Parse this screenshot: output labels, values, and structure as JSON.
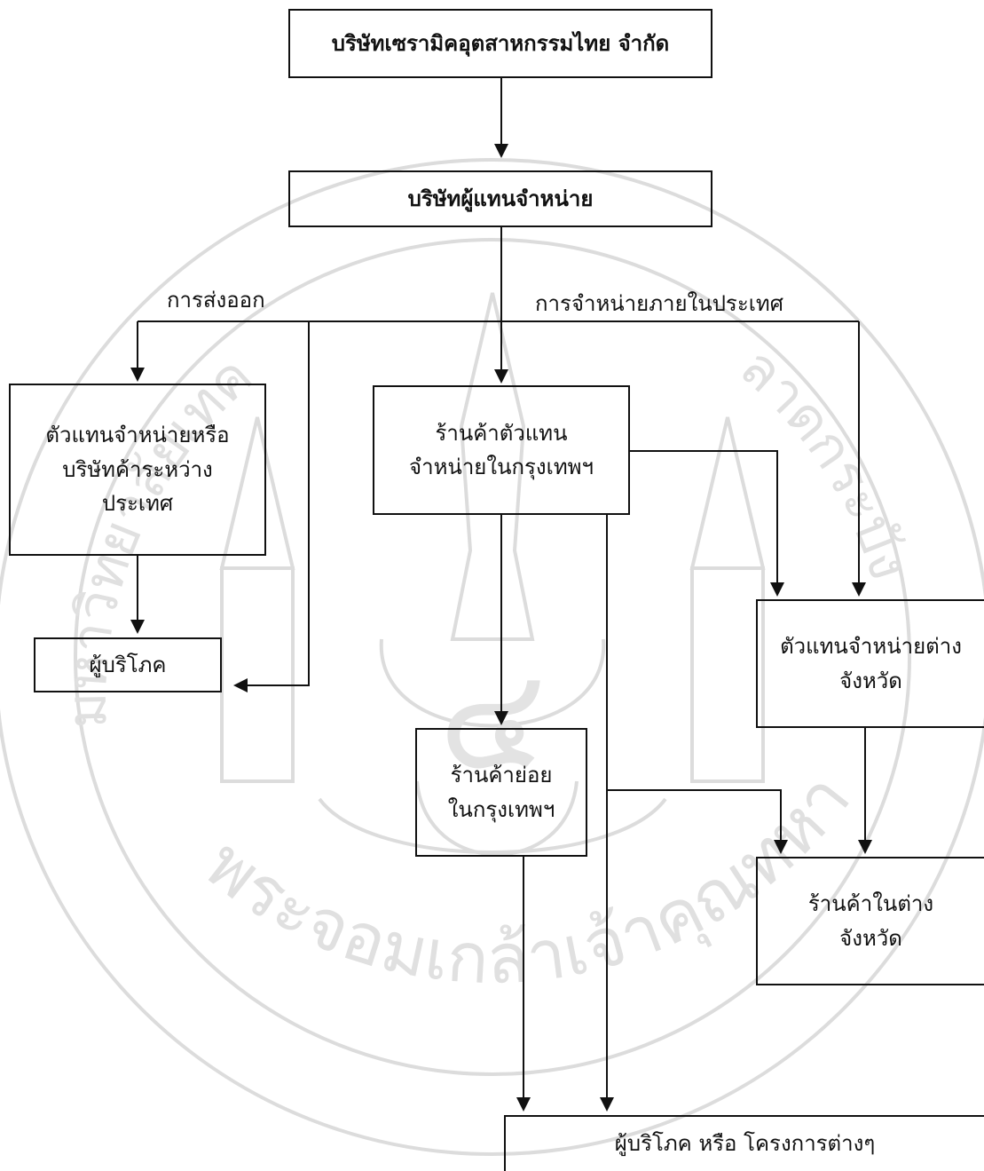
{
  "nodes": {
    "manufacturer": "บริษัทเซรามิคอุตสาหกรรมไทย จำกัด",
    "distributor": "บริษัทผู้แทนจำหน่าย",
    "export_agent": [
      "ตัวแทนจำหน่ายหรือ",
      "บริษัทค้าระหว่าง",
      "ประเทศ"
    ],
    "consumer_export": "ผู้บริโภค",
    "bkk_agent": [
      "ร้านค้าตัวแทน",
      "จำหน่ายในกรุงเทพฯ"
    ],
    "bkk_retail": [
      "ร้านค้าย่อย",
      "ในกรุงเทพฯ"
    ],
    "province_agent": [
      "ตัวแทนจำหน่ายต่าง",
      "จังหวัด"
    ],
    "province_shop": [
      "ร้านค้าในต่าง",
      "จังหวัด"
    ],
    "final_consumer": "ผู้บริโภค หรือ โครงการต่างๆ"
  },
  "labels": {
    "export": "การส่งออก",
    "domestic": "การจำหน่ายภายในประเทศ"
  },
  "watermark": {
    "arc_bottom": "พระจอมเกล้าเจ้าคุณทหาร",
    "arc_left": "มหาวิทยาลัยเทคโนโลยี",
    "arc_right": "ลาดกระบัง",
    "center": "๔"
  }
}
